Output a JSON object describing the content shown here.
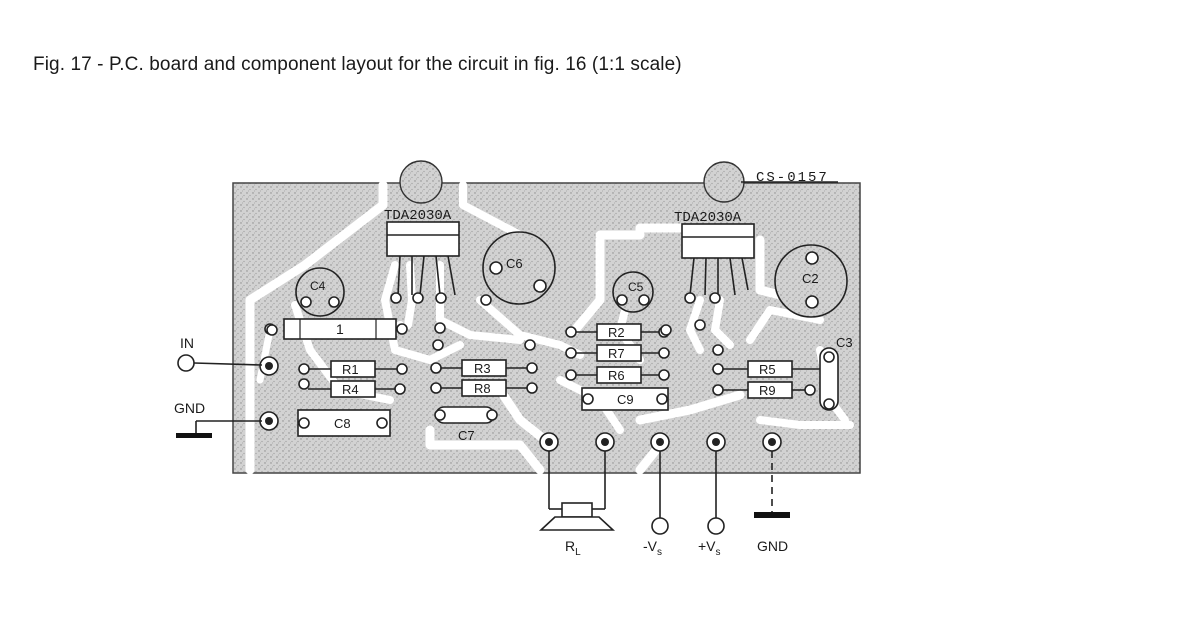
{
  "caption": "Fig. 17 - P.C. board and component layout for the circuit in fig. 16 (1:1 scale)",
  "board_id": "CS-0157",
  "ic_labels": [
    "TDA2030A",
    "TDA2030A"
  ],
  "components": {
    "r1": "R1",
    "r2": "R2",
    "r3": "R3",
    "r4": "R4",
    "r5": "R5",
    "r6": "R6",
    "r7": "R7",
    "r8": "R8",
    "r9": "R9",
    "c1": "1",
    "c2": "C2",
    "c3": "C3",
    "c4": "C4",
    "c5": "C5",
    "c6": "C6",
    "c7": "C7",
    "c8": "C8",
    "c9": "C9"
  },
  "terminals": {
    "in": "IN",
    "gnd_left": "GND",
    "rl": "R",
    "rl_sub": "L",
    "neg_vs": "-V",
    "neg_vs_sub": "s",
    "pos_vs": "+V",
    "pos_vs_sub": "s",
    "gnd_right": "GND"
  },
  "colors": {
    "board": "#cfcfcf",
    "ink": "#1a1a1a"
  }
}
